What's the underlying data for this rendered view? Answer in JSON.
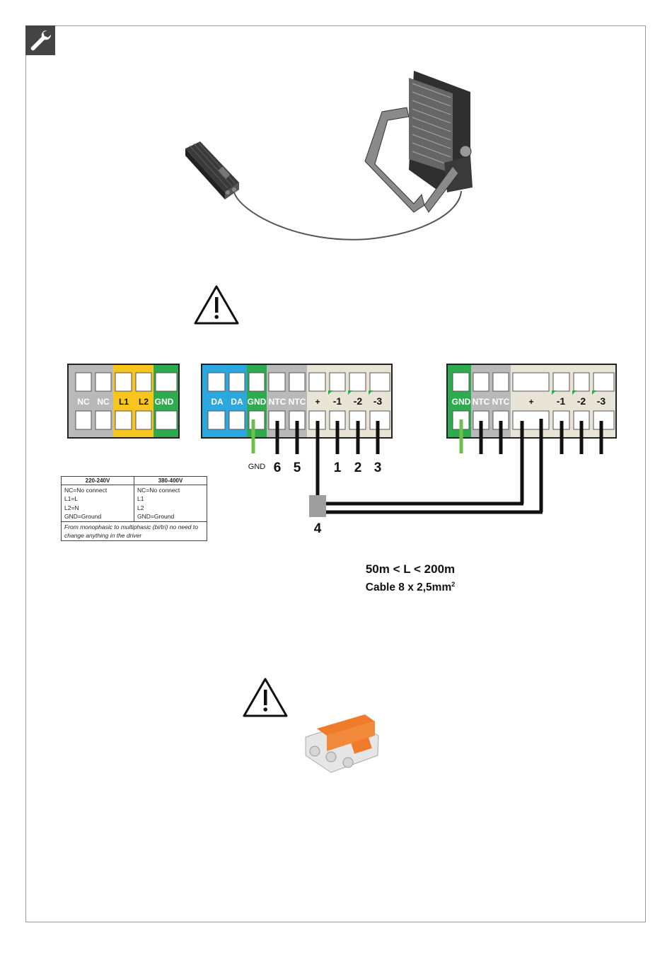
{
  "header": {
    "icon": "wrench-icon"
  },
  "driver_block": {
    "labels": [
      "NC",
      "NC",
      "L1",
      "L2",
      "GND"
    ]
  },
  "lamp_block": {
    "labels": [
      "DA",
      "DA",
      "GND",
      "NTC",
      "NTC",
      "+",
      "-1",
      "-2",
      "-3"
    ]
  },
  "remote_block": {
    "labels": [
      "GND",
      "NTC",
      "NTC",
      "+",
      "-1",
      "-2",
      "-3"
    ]
  },
  "wire_numbers": {
    "gnd": "GND",
    "n6": "6",
    "n5": "5",
    "n1": "1",
    "n2": "2",
    "n3": "3",
    "n4": "4"
  },
  "legend": {
    "headers": [
      "220-240V",
      "380-400V"
    ],
    "col1": [
      "NC=No connect",
      "L1=L",
      "L2=N",
      "GND=Ground"
    ],
    "col2": [
      "NC=No connect",
      "L1",
      "L2",
      "GND=Ground"
    ],
    "note": "From monophasic to multiphasic (bi/tri) no need to change anything in the driver"
  },
  "cable": {
    "length": "50m < L < 200m",
    "spec": "Cable 8 x 2,5mm",
    "spec_sup": "2"
  },
  "colors": {
    "yellow": "#f7c51e",
    "green": "#2eaa4f",
    "blue": "#2aa8df",
    "grey": "#b9b9b9",
    "beige": "#e8e4d6",
    "wire_green": "#6cc04a"
  }
}
